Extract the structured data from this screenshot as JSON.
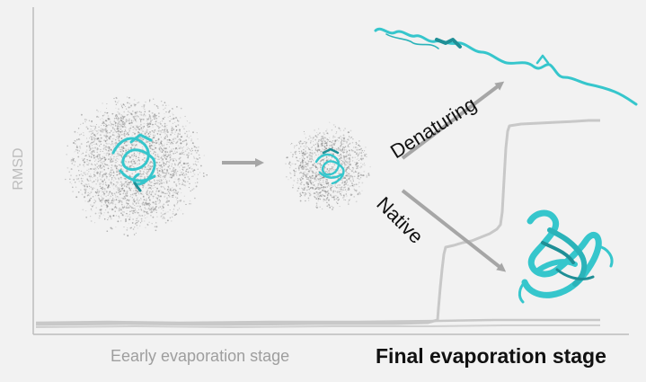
{
  "axes": {
    "y_label": "RMSD",
    "x_label_early": "Eearly evaporation stage",
    "x_label_final": "Final evaporation stage"
  },
  "branches": {
    "denaturing_label": "Denaturing",
    "native_label": "Native"
  },
  "colors": {
    "background": "#f2f2f2",
    "axis": "#bdbdbd",
    "curve": "#c8c8c8",
    "protein": "#36c6cc",
    "protein_dark": "#1f8f96",
    "arrow": "#a6a6a6",
    "droplet": "#7a7a7a"
  }
}
